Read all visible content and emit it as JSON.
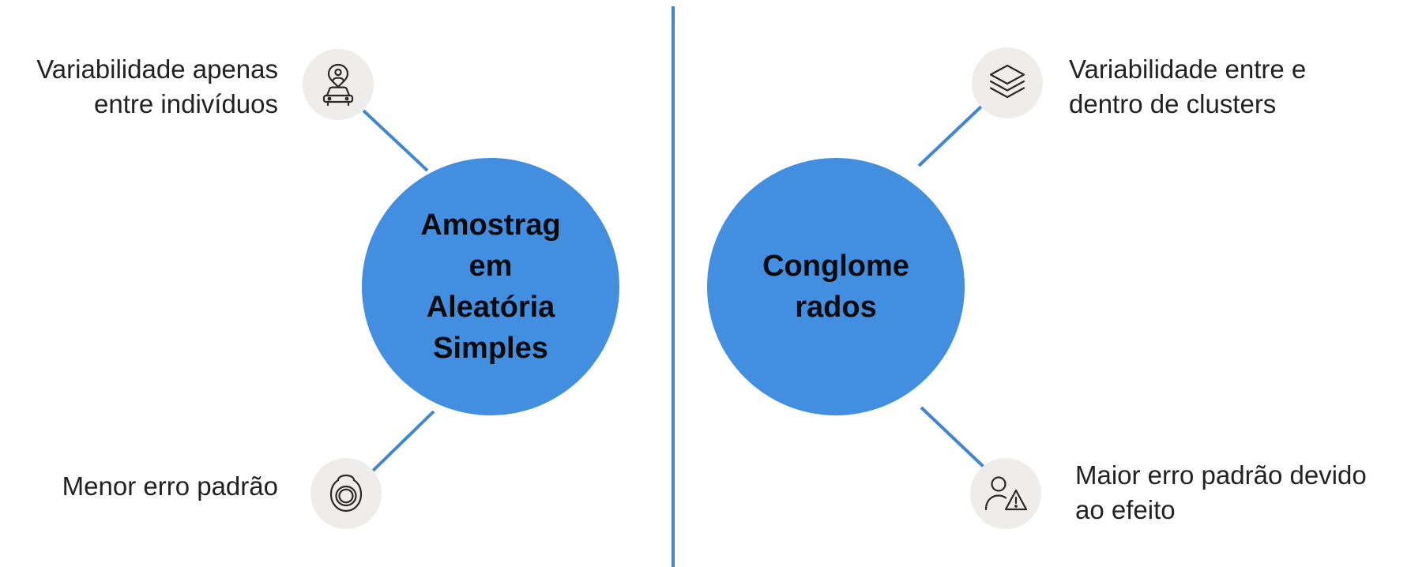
{
  "colors": {
    "hub": "#428ee0",
    "connector": "#3f87d5",
    "badge": "#efedeb",
    "text": "#222222"
  },
  "left": {
    "hub_lines": [
      "Amostrag",
      "em",
      "Aleatória",
      "Simples"
    ],
    "top_item": {
      "icon": "person-location-car-icon",
      "lines": [
        "Variabilidade apenas",
        "entre indivíduos"
      ]
    },
    "bottom_item": {
      "icon": "ring-icon",
      "lines": [
        "Menor erro padrão"
      ]
    }
  },
  "right": {
    "hub_lines": [
      "Conglome",
      "rados"
    ],
    "top_item": {
      "icon": "layers-icon",
      "lines": [
        "Variabilidade entre e",
        "dentro de clusters"
      ]
    },
    "bottom_item": {
      "icon": "user-warning-icon",
      "lines": [
        "Maior erro padrão devido",
        "ao efeito"
      ]
    }
  }
}
